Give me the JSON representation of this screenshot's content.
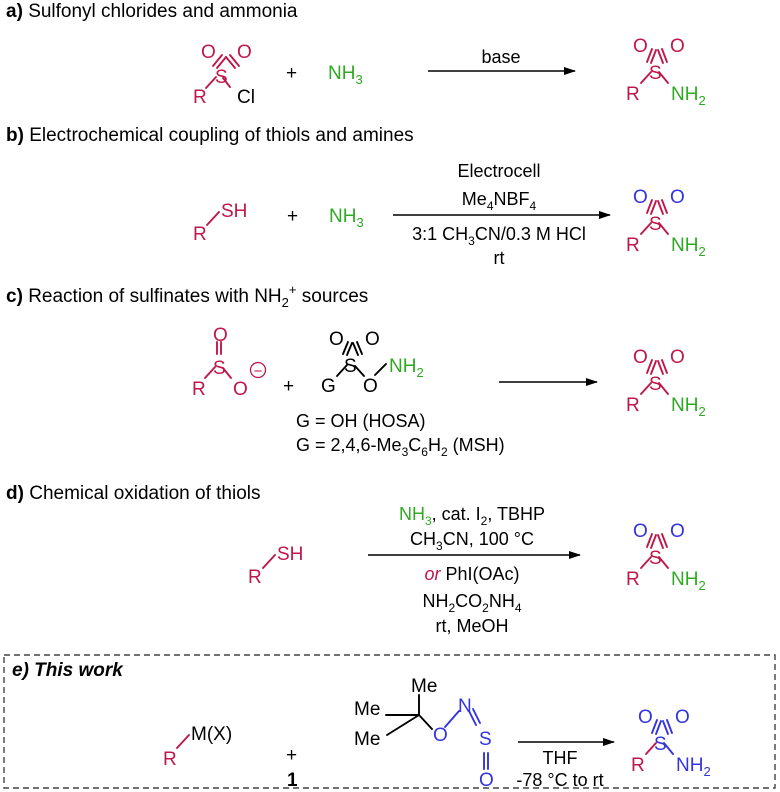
{
  "colors": {
    "red": "#C0174A",
    "green": "#2EAA22",
    "blue": "#3333E0",
    "black": "#000000",
    "border": "#444444"
  },
  "icons": [
    "arrow-right-icon"
  ],
  "sections": {
    "a": {
      "letter": "a)",
      "title": "Sulfonyl chlorides and ammonia",
      "reagent": "NH3",
      "plus": "+",
      "condition": "base"
    },
    "b": {
      "letter": "b)",
      "title": "Electrochemical coupling of thiols and amines",
      "reagent": "NH3",
      "plus": "+",
      "conditions": [
        "Electrocell",
        "Me4NBF4",
        "3:1 CH3CN/0.3 M HCl",
        "rt"
      ]
    },
    "c": {
      "letter": "c)",
      "title": "Reaction of sulfinates with NH2+ sources",
      "plus": "+",
      "notes": [
        "G = OH (HOSA)",
        "G = 2,4,6-Me3C6H2 (MSH)"
      ]
    },
    "d": {
      "letter": "d)",
      "title": "Chemical oxidation of thiols",
      "conditions_top": [
        "NH3, cat. I2, TBHP",
        "CH3CN, 100 °C"
      ],
      "conditions_bottom": [
        "or PhI(OAc)",
        "NH2CO2NH4",
        "rt, MeOH"
      ]
    },
    "e": {
      "title": "e) This work",
      "reactant": "M(X)",
      "plus": "+",
      "compound_number": "1",
      "me_label": "Me",
      "conditions": [
        "THF",
        "-78 °C to rt"
      ]
    }
  },
  "atoms": {
    "R": "R",
    "S": "S",
    "O": "O",
    "Cl": "Cl",
    "N": "N",
    "G": "G",
    "SH": "SH",
    "NH2": "NH2",
    "minus": "−"
  }
}
